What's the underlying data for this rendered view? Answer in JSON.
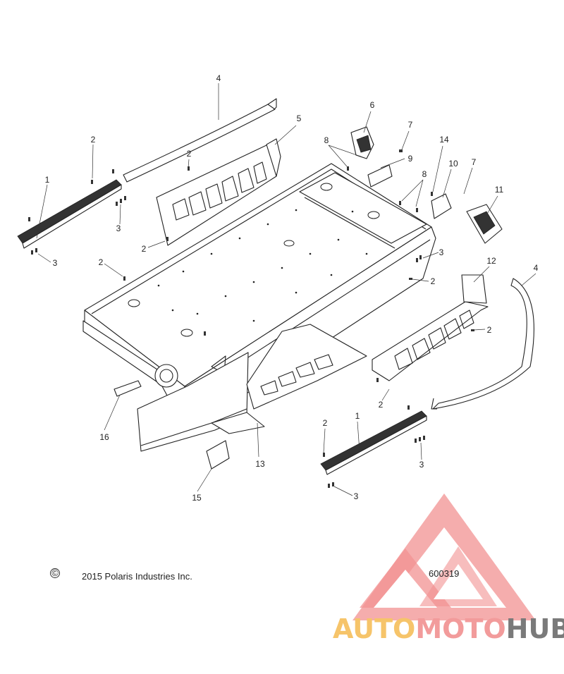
{
  "callouts": [
    {
      "id": "c1a",
      "label": "1"
    },
    {
      "id": "c1b",
      "label": "1"
    },
    {
      "id": "c2a",
      "label": "2"
    },
    {
      "id": "c2b",
      "label": "2"
    },
    {
      "id": "c2c",
      "label": "2"
    },
    {
      "id": "c2d",
      "label": "2"
    },
    {
      "id": "c2e",
      "label": "2"
    },
    {
      "id": "c2f",
      "label": "2"
    },
    {
      "id": "c2g",
      "label": "2"
    },
    {
      "id": "c2h",
      "label": "2"
    },
    {
      "id": "c3a",
      "label": "3"
    },
    {
      "id": "c3b",
      "label": "3"
    },
    {
      "id": "c3c",
      "label": "3"
    },
    {
      "id": "c3d",
      "label": "3"
    },
    {
      "id": "c3e",
      "label": "3"
    },
    {
      "id": "c4a",
      "label": "4"
    },
    {
      "id": "c4b",
      "label": "4"
    },
    {
      "id": "c5",
      "label": "5"
    },
    {
      "id": "c6",
      "label": "6"
    },
    {
      "id": "c7a",
      "label": "7"
    },
    {
      "id": "c7b",
      "label": "7"
    },
    {
      "id": "c8a",
      "label": "8"
    },
    {
      "id": "c8b",
      "label": "8"
    },
    {
      "id": "c9",
      "label": "9"
    },
    {
      "id": "c10",
      "label": "10"
    },
    {
      "id": "c11",
      "label": "11"
    },
    {
      "id": "c12",
      "label": "12"
    },
    {
      "id": "c13",
      "label": "13"
    },
    {
      "id": "c14",
      "label": "14"
    },
    {
      "id": "c15",
      "label": "15"
    },
    {
      "id": "c16",
      "label": "16"
    }
  ],
  "footer": {
    "copyright_symbol": "©",
    "copyright_text": "2015 Polaris Industries Inc.",
    "figure_number": "600319"
  },
  "watermark": {
    "text": "AUTOMOTOHUB",
    "colors": {
      "auto": "#f6c46a",
      "moto": "#f29b9b",
      "hub": "#7a7a7a",
      "triangle": "#f07f7f"
    }
  }
}
